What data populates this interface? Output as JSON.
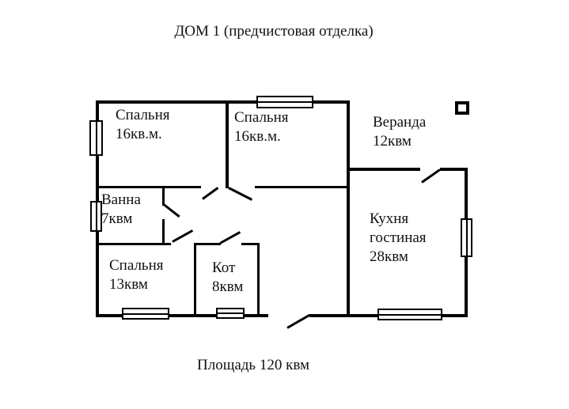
{
  "title": "ДОМ 1 (предчистовая отделка)",
  "total_area": "Площадь 120 квм",
  "rooms": {
    "bedroom1": {
      "label": "Спальня",
      "area": "16кв.м."
    },
    "bedroom2": {
      "label": "Спальня",
      "area": "16кв.м."
    },
    "veranda": {
      "label": "Веранда",
      "area": "12квм"
    },
    "bathroom": {
      "label": "Ванна",
      "area": "7квм"
    },
    "kitchen_living": {
      "label": "Кухня",
      "label2": "гостиная",
      "area": "28квм"
    },
    "bedroom3": {
      "label": "Спальня",
      "area": "13квм"
    },
    "boiler": {
      "label": "Кот",
      "area": "8квм"
    }
  },
  "colors": {
    "line": "#000000",
    "text": "#121212",
    "background": "#ffffff"
  }
}
